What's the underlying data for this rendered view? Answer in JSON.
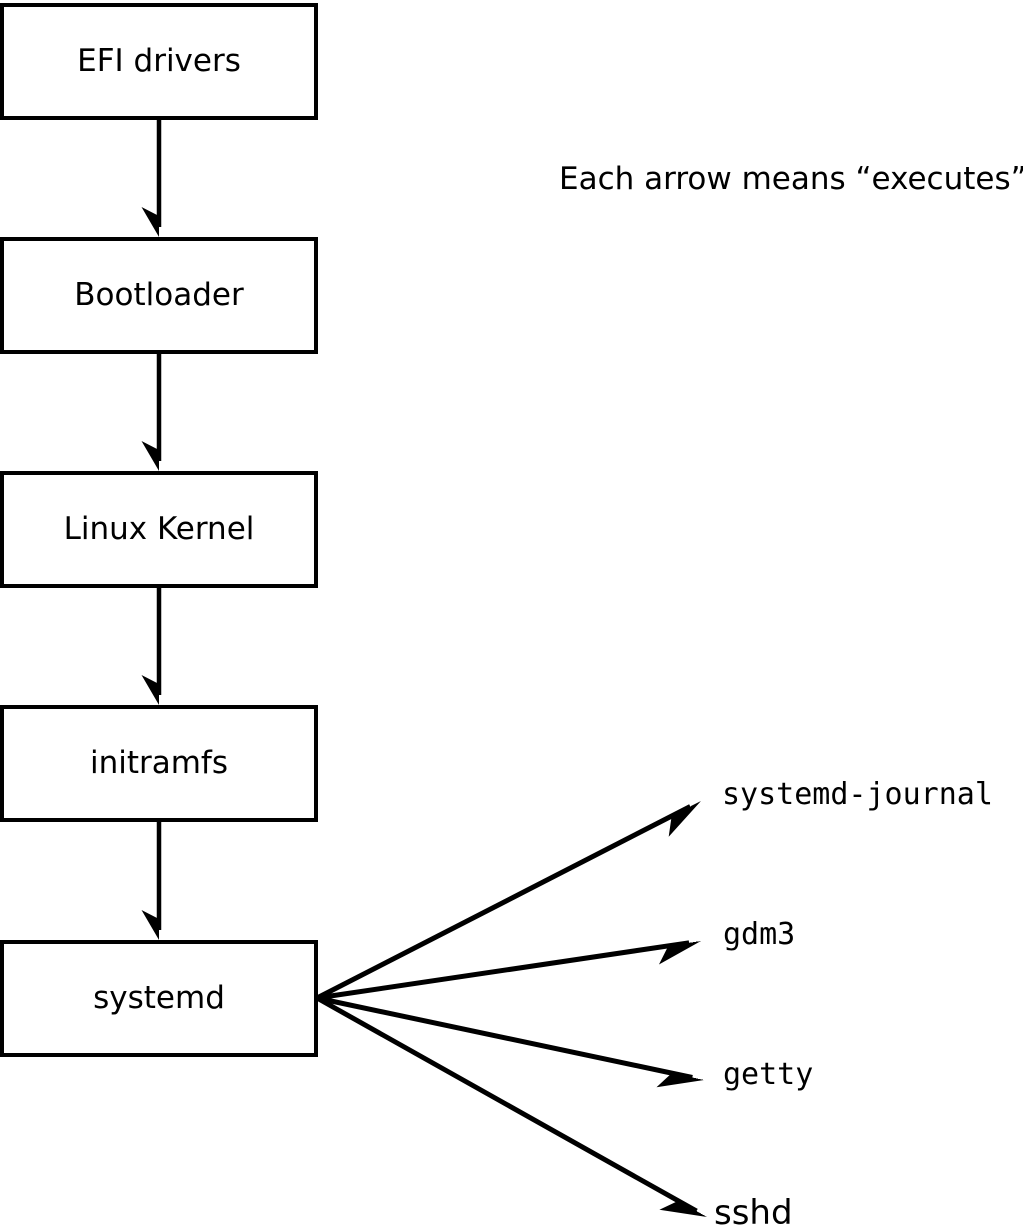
{
  "diagram": {
    "note": "Each arrow means “executes”.",
    "colors": {
      "line": "#000000",
      "box_fill": "#ffffff",
      "background": "#ffffff"
    },
    "chain": [
      {
        "label": "EFI drivers"
      },
      {
        "label": "Bootloader"
      },
      {
        "label": "Linux Kernel"
      },
      {
        "label": "initramfs"
      },
      {
        "label": "systemd"
      }
    ],
    "chain_edges": [
      {
        "from": "EFI drivers",
        "to": "Bootloader",
        "meaning": "executes"
      },
      {
        "from": "Bootloader",
        "to": "Linux Kernel",
        "meaning": "executes"
      },
      {
        "from": "Linux Kernel",
        "to": "initramfs",
        "meaning": "executes"
      },
      {
        "from": "initramfs",
        "to": "systemd",
        "meaning": "executes"
      }
    ],
    "spawned": [
      {
        "label": "systemd-journal"
      },
      {
        "label": "gdm3"
      },
      {
        "label": "getty"
      },
      {
        "label": "sshd"
      }
    ],
    "spawn_edges": [
      {
        "from": "systemd",
        "to": "systemd-journal",
        "meaning": "executes"
      },
      {
        "from": "systemd",
        "to": "gdm3",
        "meaning": "executes"
      },
      {
        "from": "systemd",
        "to": "getty",
        "meaning": "executes"
      },
      {
        "from": "systemd",
        "to": "sshd",
        "meaning": "executes"
      }
    ]
  }
}
